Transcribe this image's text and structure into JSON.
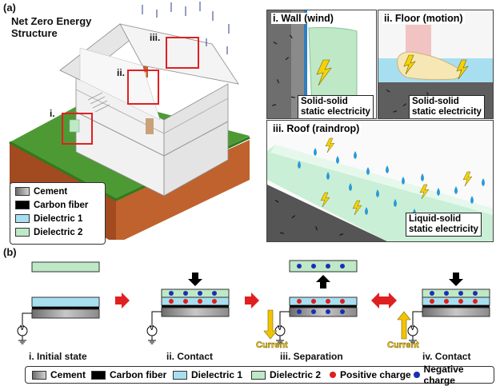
{
  "panel_a": {
    "label": "(a)",
    "title_line1": "Net Zero  Energy",
    "title_line2": "Structure",
    "markers": [
      "i.",
      "ii.",
      "iii."
    ],
    "legend": [
      {
        "label": "Cement",
        "color": "#9a9a9a"
      },
      {
        "label": "Carbon fiber",
        "color": "#000000"
      },
      {
        "label": "Dielectric 1",
        "color": "#a8dff0"
      },
      {
        "label": "Dielectric 2",
        "color": "#bfe9c6"
      }
    ],
    "insets": [
      {
        "title": "i. Wall (wind)",
        "caption_line1": "Solid-solid",
        "caption_line2": "static electricity"
      },
      {
        "title": "ii. Floor (motion)",
        "caption_line1": "Solid-solid",
        "caption_line2": "static electricity"
      },
      {
        "title": "iii. Roof (raindrop)",
        "caption_line1": "Liquid-solid",
        "caption_line2": "static electricity"
      }
    ]
  },
  "panel_b": {
    "label": "(b)",
    "stages": [
      {
        "label": "i. Initial state"
      },
      {
        "label": "ii. Contact"
      },
      {
        "label": "iii. Separation"
      },
      {
        "label": "iv. Contact"
      }
    ],
    "current_label": "Current",
    "meter_label": "V",
    "legend": [
      {
        "label": "Cement",
        "color": "#9a9a9a"
      },
      {
        "label": "Carbon fiber",
        "color": "#000000"
      },
      {
        "label": "Dielectric 1",
        "color": "#a8dff0"
      },
      {
        "label": "Dielectric 2",
        "color": "#bfe9c6"
      },
      {
        "label": "Positive charge",
        "color": "#e01e1e"
      },
      {
        "label": "Negative charge",
        "color": "#1a2fb8"
      }
    ]
  },
  "colors": {
    "highlight_red": "#e02020",
    "grass": "#4d9a34",
    "soil": "#b5582a",
    "current_arrow": "#f2c400"
  }
}
